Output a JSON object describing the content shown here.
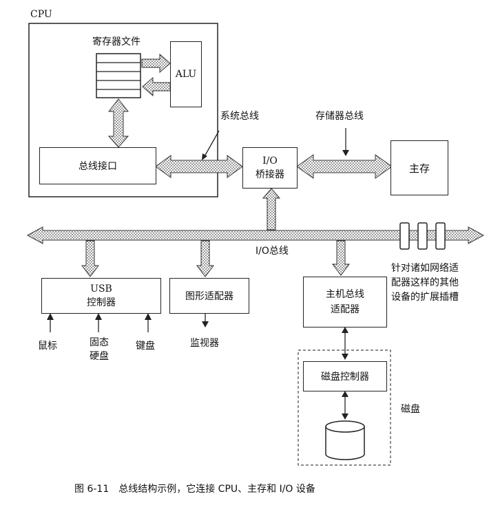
{
  "cpu": {
    "label": "CPU",
    "register_file_label": "寄存器文件",
    "alu_label": "ALU",
    "bus_interface_label": "总线接口"
  },
  "system_bus_label": "系统总线",
  "memory_bus_label": "存储器总线",
  "io_bridge": {
    "line1": "I/O",
    "line2": "桥接器"
  },
  "main_memory_label": "主存",
  "io_bus_label": "I/O总线",
  "usb": {
    "line1": "USB",
    "line2": "控制器"
  },
  "graphics_adapter_label": "图形适配器",
  "host_bus_adapter": {
    "line1": "主机总线",
    "line2": "适配器"
  },
  "disk_controller_label": "磁盘控制器",
  "disk_label": "磁盘",
  "devices": {
    "mouse": "鼠标",
    "ssd_line1": "固态",
    "ssd_line2": "硬盘",
    "keyboard": "键盘",
    "monitor": "监视器"
  },
  "expansion_slots": {
    "line1": "针对诸如网络适",
    "line2": "配器这样的其他",
    "line3": "设备的扩展插槽"
  },
  "caption": "图 6-11　总线结构示例，它连接 CPU、主存和 I/O 设备"
}
